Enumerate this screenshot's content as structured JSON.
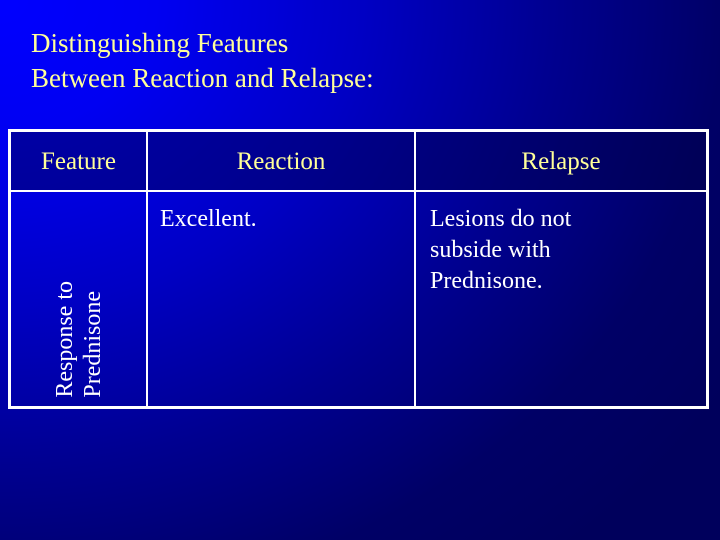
{
  "slide": {
    "background_top_left_color": "#0000ff",
    "background_bottom_right_color": "#000066",
    "title_color": "#ffff99",
    "body_text_color": "#ffffff",
    "border_color": "#ffffff"
  },
  "title": {
    "line1": "Distinguishing Features",
    "line2": "Between Reaction and Relapse:"
  },
  "table": {
    "headers": [
      {
        "label": "Feature"
      },
      {
        "label": "Reaction"
      },
      {
        "label": "Relapse"
      }
    ],
    "rows": [
      {
        "feature_line1": "Response to",
        "feature_line2": "Prednisone",
        "reaction": "Excellent.",
        "relapse": "Lesions do not subside with Prednisone."
      }
    ]
  }
}
